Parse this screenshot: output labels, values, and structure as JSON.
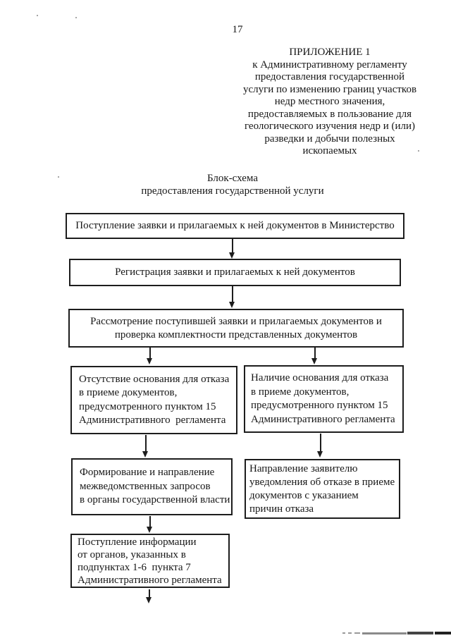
{
  "page_number": "17",
  "appendix_heading": "ПРИЛОЖЕНИЕ 1\nк Административному регламенту\nпредоставления государственной\nуслуги по изменению границ участков\nнедр местного значения,\nпредоставляемых в пользование для\nгеологического изучения недр и (или)\nразведки и добычи полезных\nископаемых",
  "title": "Блок-схема\nпредоставления государственной услуги",
  "flowchart": {
    "box_intake": "Поступление заявки и прилагаемых к ней документов в Министерство",
    "box_registration": "Регистрация заявки и прилагаемых к ней документов",
    "box_review": "Рассмотрение поступившей заявки и прилагаемых документов и\nпроверка комплектности представленных документов",
    "box_no_refusal_grounds": "Отсутствие основания для отказа\nв приеме документов,\nпредусмотренного пунктом 15\nАдминистративного  регламента",
    "box_refusal_grounds": "Наличие основания для отказа\nв приеме документов,\nпредусмотренного пунктом 15\nАдминистративного регламента",
    "box_interagency_requests": "Формирование и направление\nмежведомственных запросов\nв органы государственной власти",
    "box_refusal_notice": "Направление заявителю\nуведомления об отказе в приеме\nдокументов с указанием\nпричин отказа",
    "box_info_received": "Поступление информации\nот органов, указанных в\nподпунктах 1-6  пункта 7\nАдминистративного регламента"
  },
  "colors": {
    "ink": "#1d1d1d",
    "paper": "#ffffff",
    "artifact_gray": "#8a8a8a"
  }
}
